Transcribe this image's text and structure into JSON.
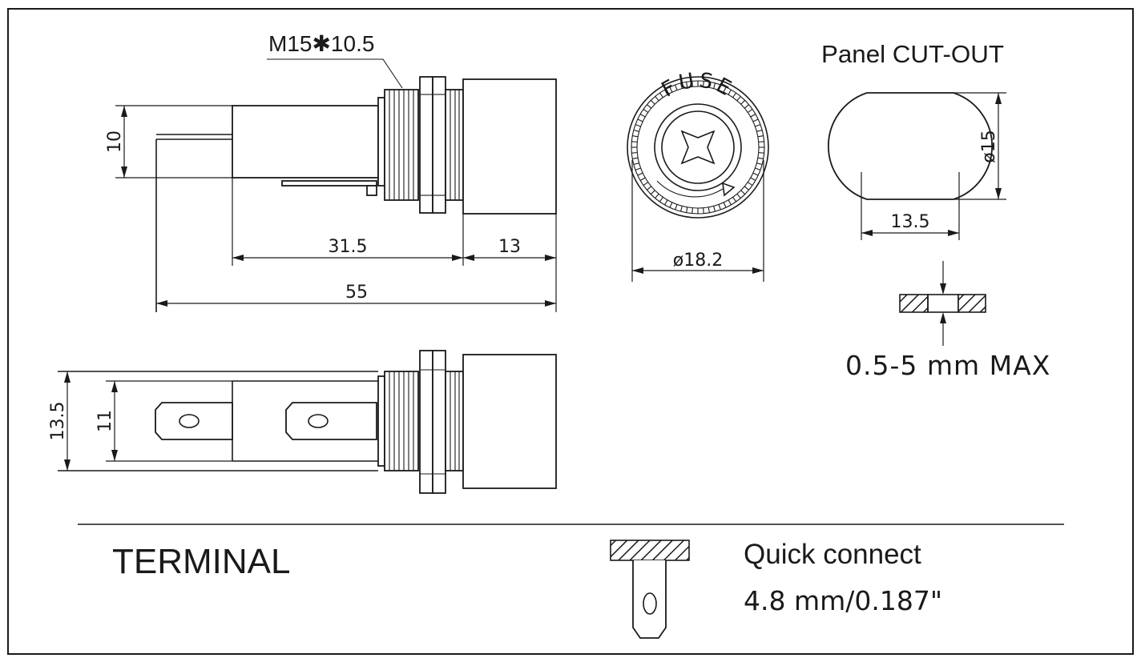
{
  "dimensions": {
    "thread": "M15✱10.5",
    "height_10": "10",
    "length_31_5": "31.5",
    "cap_13": "13",
    "total_55": "55",
    "diameter_18_2": "ø18.2",
    "cutout_d15": "ø15",
    "cutout_13_5": "13.5",
    "side_13_5": "13.5",
    "side_11": "11"
  },
  "front_view": {
    "cap_text": "FUSE"
  },
  "panel": {
    "title": "Panel CUT-OUT",
    "thickness": "0.5-5 mm MAX"
  },
  "terminal": {
    "heading": "TERMINAL",
    "type": "Quick connect",
    "size": "4.8 mm/0.187\""
  }
}
